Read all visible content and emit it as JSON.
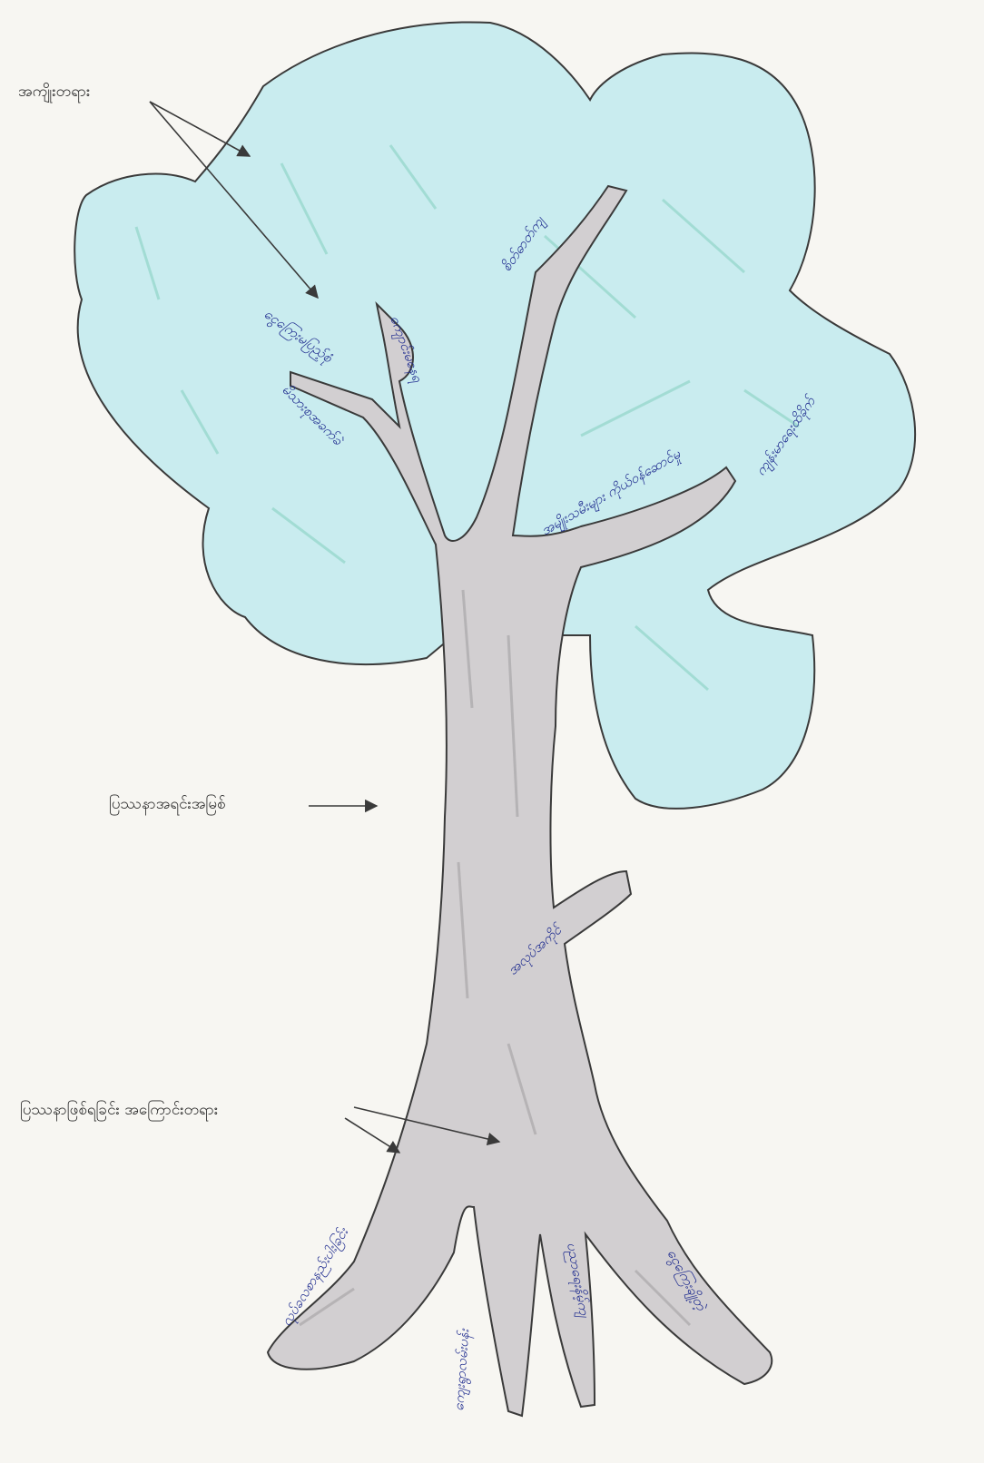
{
  "labels": {
    "fruits": "အကျိုးတရား",
    "core_problem": "ပြဿနာအရင်းအမြစ်",
    "causes": "ပြဿနာဖြစ်ရခြင်း အကြောင်းတရား"
  },
  "branch_notes": [
    "ကျောင်းမနေရ",
    "ငွေကြေးမပြည့်စုံ",
    "မိသားစုအခက်ခဲ",
    "စိတ်ဓာတ်ကျ",
    "အမျိုးသမီးများ ကိုယ်ဝန်ဆောင်မှု",
    "ကျန်းမာရေးထိခိုက်"
  ],
  "trunk_note": "အလုပ်အကိုင်",
  "root_notes": [
    "လုပ်ခလစာနည်းပါးခြင်း",
    "ကျေးရွာလမ်းပန်း",
    "ပညာရေးနိမ့်ကျ",
    "ငွေကြေးချို့တဲ့"
  ],
  "colors": {
    "canopy": "#c9ecef",
    "trunk": "#d2cfd1",
    "outline": "#3a3a3a",
    "handwriting": "#1f2c8f",
    "arrow": "#3a3a3a"
  }
}
